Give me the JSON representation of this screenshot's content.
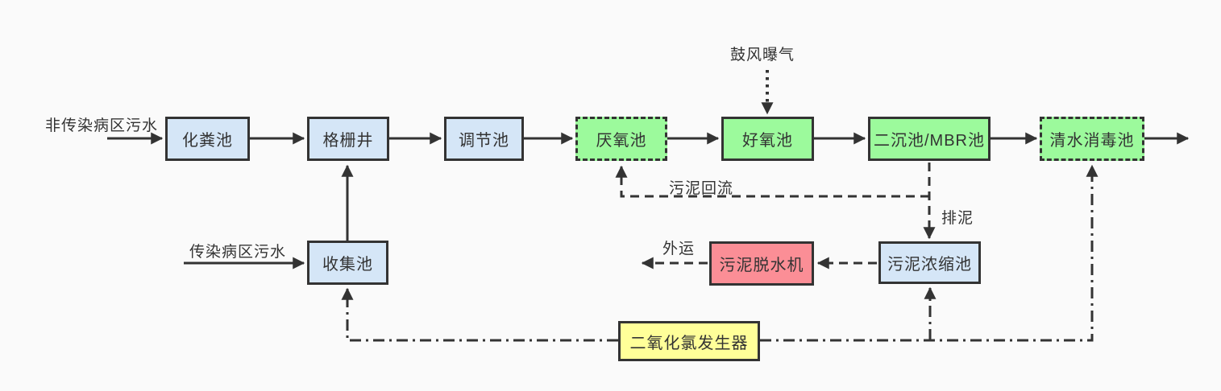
{
  "colors": {
    "background": "#fafafa",
    "line": "#333333",
    "text": "#333333",
    "box_blue": "#d5e6f7",
    "box_green": "#9cfa9c",
    "box_pink": "#fb8e96",
    "box_yellow": "#ffff99"
  },
  "nodes": {
    "septic_tank": "化粪池",
    "grid_well": "格栅井",
    "regulating_tank": "调节池",
    "anaerobic_tank": "厌氧池",
    "aerobic_tank": "好氧池",
    "secondary_mbr_tank": "二沉池/MBR池",
    "clean_water_disinfection_tank": "清水消毒池",
    "collection_tank": "收集池",
    "sludge_dewatering_machine": "污泥脱水机",
    "sludge_thickening_tank": "污泥浓缩池",
    "chlorine_dioxide_generator": "二氧化氯发生器"
  },
  "labels": {
    "non_infectious_area_sewage": "非传染病区污水",
    "infectious_area_sewage": "传染病区污水",
    "blast_aeration": "鼓风曝气",
    "sludge_return": "污泥回流",
    "sludge_discharge": "排泥",
    "outward_transport": "外运"
  }
}
